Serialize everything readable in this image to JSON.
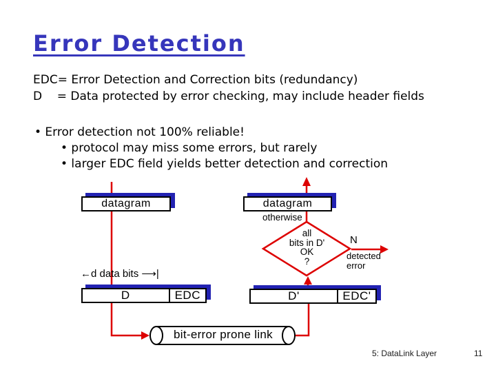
{
  "title": {
    "text": "Error Detection"
  },
  "intro": {
    "line1": "EDC= Error Detection and Correction bits (redundancy)",
    "line2": "D    = Data protected by error checking, may include header fields"
  },
  "bullets": {
    "main": "• Error detection not 100% reliable!",
    "sub1": "• protocol may miss some errors, but rarely",
    "sub2": "• larger EDC field yields better detection and correction"
  },
  "diagram": {
    "sender_datagram_label": "datagram",
    "receiver_datagram_label": "datagram",
    "otherwise_label": "otherwise",
    "decision": {
      "line1": "all",
      "line2": "bits in D'",
      "line3": "OK",
      "line4": "?"
    },
    "no_branch_label": "N",
    "detected": {
      "line1": "detected",
      "line2": "error"
    },
    "d_data_bits_label": "←d data bits ⟶|",
    "sender_frame": {
      "data_label": "D",
      "edc_label": "EDC"
    },
    "receiver_frame": {
      "data_label": "D'",
      "edc_label": "EDC'"
    },
    "link_label": "bit-error prone link"
  },
  "footer": {
    "section": "5: DataLink Layer",
    "page": "11"
  },
  "colors": {
    "title_blue": "#3636bb",
    "box_shadow_blue": "#2222b2",
    "flow_red": "#dd0000",
    "text_black": "#000000",
    "background": "#ffffff"
  }
}
